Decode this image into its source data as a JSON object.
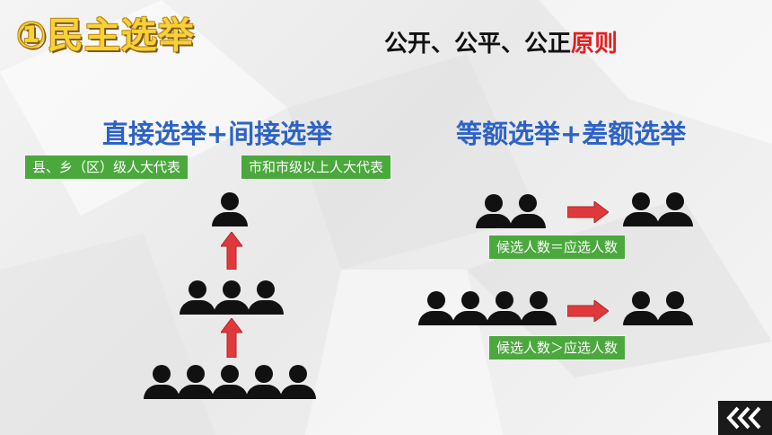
{
  "title": "①民主选举",
  "principle": {
    "prefix": "公开、公平、公正",
    "highlight": "原则"
  },
  "left": {
    "heading": "直接选举+间接选举",
    "tag_direct": "县、乡（区）级人大代表",
    "tag_indirect": "市和市级以上人大代表",
    "pyramid": [
      1,
      3,
      5
    ]
  },
  "right": {
    "heading": "等额选举+差额选举",
    "equal": {
      "candidates": 2,
      "seats": 2,
      "label": "候选人数＝应选人数"
    },
    "diff": {
      "candidates": 4,
      "seats": 2,
      "label": "候选人数＞应选人数"
    }
  },
  "colors": {
    "heading": "#2d63c8",
    "tag": "#4ba83d",
    "arrow": "#e0393c",
    "title": "#f6d238",
    "accent": "#e02020"
  },
  "icons": {
    "person": "person-icon",
    "arrow_up": "up-arrow-icon",
    "arrow_right": "right-arrow-icon",
    "nav": "back-chevrons-icon"
  }
}
